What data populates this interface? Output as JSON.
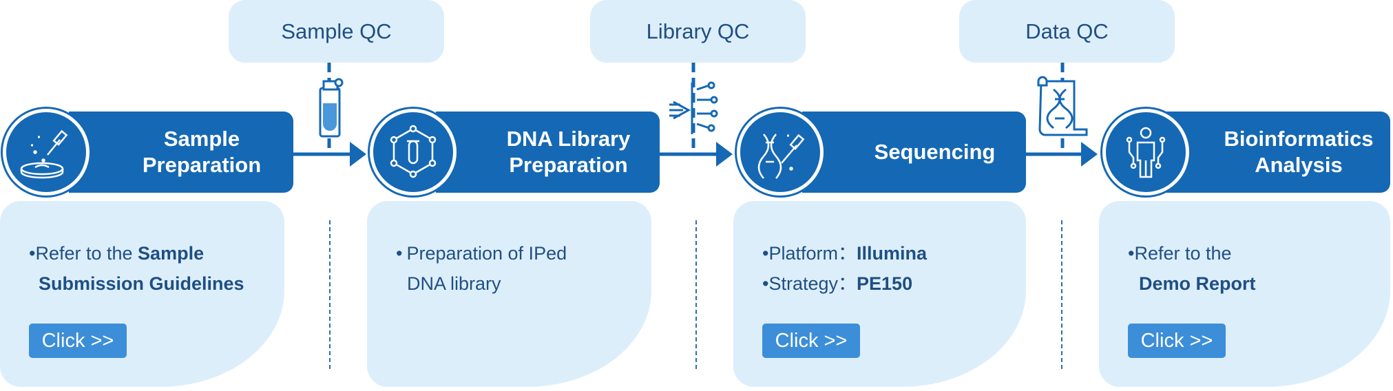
{
  "qc_boxes": [
    {
      "label": "Sample QC"
    },
    {
      "label": "Library QC"
    },
    {
      "label": "Data QC"
    }
  ],
  "stages": [
    {
      "line1": "Sample",
      "line2": "Preparation",
      "icon": "petri-dish-dropper-icon"
    },
    {
      "line1": "DNA Library",
      "line2": "Preparation",
      "icon": "test-tube-network-icon"
    },
    {
      "line1": "Sequencing",
      "line2": "",
      "icon": "dna-pipette-icon"
    },
    {
      "line1": "Bioinformatics",
      "line2": "Analysis",
      "icon": "person-analysis-icon"
    }
  ],
  "cards": [
    {
      "bullet": "•",
      "text": "Refer to the ",
      "bold": "Sample",
      "line2_bold": "Submission Guidelines",
      "button": "Click >>"
    },
    {
      "bullet": "•",
      "text": "Preparation of IPed",
      "line2": "DNA library"
    },
    {
      "bullet1": "•",
      "label1": "Platform：",
      "value1": "Illumina",
      "bullet2": "•",
      "label2": "Strategy：",
      "value2": "PE150",
      "button": "Click >>"
    },
    {
      "bullet": "•",
      "text": "Refer to the",
      "line2_bold": "Demo Report",
      "button": "Click >>"
    }
  ],
  "connector_icons": [
    "test-tube-icon",
    "filter-funnel-icon",
    "dna-scroll-icon"
  ],
  "colors": {
    "primary": "#1568b4",
    "light": "#ddeefb",
    "text": "#1f4f82",
    "button": "#3c8ed8"
  }
}
